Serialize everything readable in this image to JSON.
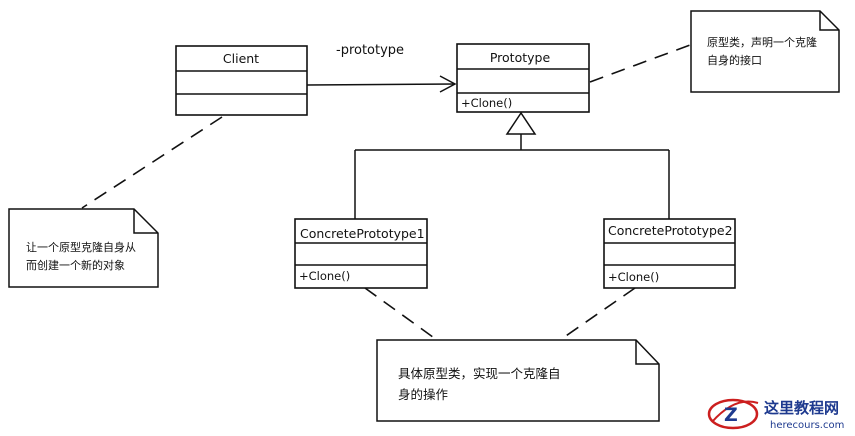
{
  "classes": {
    "client": {
      "name": "Client",
      "method": ""
    },
    "prototype": {
      "name": "Prototype",
      "method": "+Clone()"
    },
    "concrete1": {
      "name": "ConcretePrototype1",
      "method": "+Clone()"
    },
    "concrete2": {
      "name": "ConcretePrototype2",
      "method": "+Clone()"
    }
  },
  "association": {
    "label": "-prototype"
  },
  "notes": {
    "prototype_note": {
      "line1": "原型类，声明一个克隆",
      "line2": "自身的接口"
    },
    "client_note": {
      "line1": "让一个原型克隆自身从",
      "line2": "而创建一个新的对象"
    },
    "concrete_note": {
      "line1": "具体原型类，实现一个克隆自",
      "line2": "身的操作"
    }
  },
  "watermark": {
    "main": "这里教程网",
    "sub": "herecours.com",
    "logo_letter": "Z"
  },
  "colors": {
    "stroke": "#111111",
    "background": "#ffffff",
    "watermark_blue": "#1e3a8f",
    "watermark_red": "#cc1f1f"
  }
}
